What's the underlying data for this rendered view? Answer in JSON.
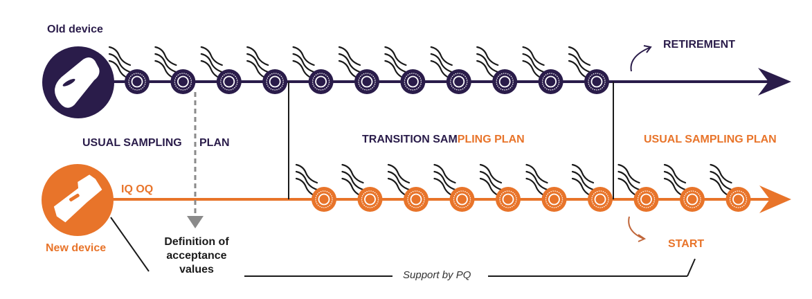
{
  "colors": {
    "old": "#2a1c4a",
    "new": "#e8742a",
    "ink": "#1a1a1a",
    "dashed": "#8a8a8a",
    "ring": "#ffffff"
  },
  "old_device": {
    "label": "Old device",
    "icon": "handheld-device-icon",
    "milestone": "RETIREMENT",
    "samples_count": 11
  },
  "new_device": {
    "label": "New device",
    "icon": "handheld-device-icon",
    "qualification": "IQ OQ",
    "milestone": "START",
    "samples_count": 10
  },
  "phases": {
    "usual_before": {
      "part1": "USUAL SAMPLING",
      "part2": "PLAN"
    },
    "transition": {
      "dark_part": "TRANSITION SAM",
      "orange_part": "PLING PLAN"
    },
    "usual_after": "USUAL SAMPLING PLAN"
  },
  "acceptance": {
    "line1": "Definition of",
    "line2": "acceptance",
    "line3": "values"
  },
  "support": "Support by PQ"
}
